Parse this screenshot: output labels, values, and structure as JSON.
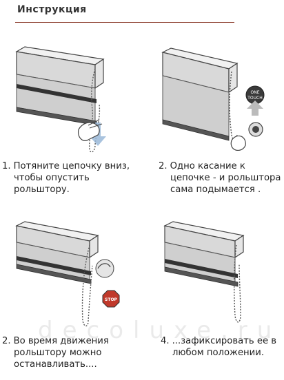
{
  "header": {
    "title": "Инструкция"
  },
  "steps": [
    {
      "number": "1.",
      "lines": [
        "Потяните цепочку вниз,",
        "чтобы опустить",
        "рольштору."
      ]
    },
    {
      "number": "2.",
      "lines": [
        "Одно касание к",
        "цепочке - и рольштора",
        "сама подымается ."
      ]
    },
    {
      "number": "2.",
      "lines": [
        "Во время движения",
        "рольштору можно",
        "останавливать...."
      ]
    },
    {
      "number": "4.",
      "lines": [
        "...зафиксировать ее в",
        "любом положении."
      ]
    }
  ],
  "badges": {
    "one_touch_top": "ONE",
    "one_touch_bottom": "TOUCH",
    "stop": "STOP"
  },
  "watermark": "decoluxe.ru",
  "colors": {
    "title_rule": "#8a3a2a",
    "arrow": "#9ab8d8",
    "badge_red": "#c0392b"
  }
}
